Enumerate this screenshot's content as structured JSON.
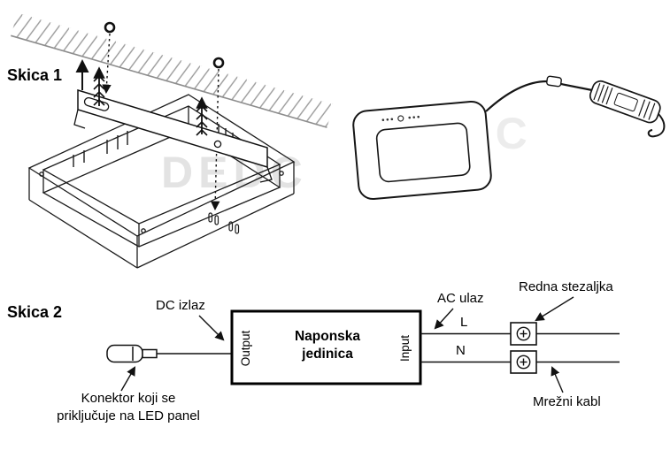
{
  "watermark": {
    "text": "DEDC",
    "color": "#e3e3e3"
  },
  "skica1": {
    "title": "Skica 1"
  },
  "skica2": {
    "title": "Skica 2",
    "dc_output_label": "DC izlaz",
    "ac_input_label": "AC ulaz",
    "live_wire_label": "L",
    "neutral_wire_label": "N",
    "terminal_block_label": "Redna stezaljka",
    "mains_cable_label": "Mrežni kabl",
    "power_unit_title_line1": "Naponska",
    "power_unit_title_line2": "jedinica",
    "output_label": "Output",
    "input_label": "Input",
    "connector_caption_line1": "Konektor koji se",
    "connector_caption_line2": "priključuje na LED panel"
  }
}
